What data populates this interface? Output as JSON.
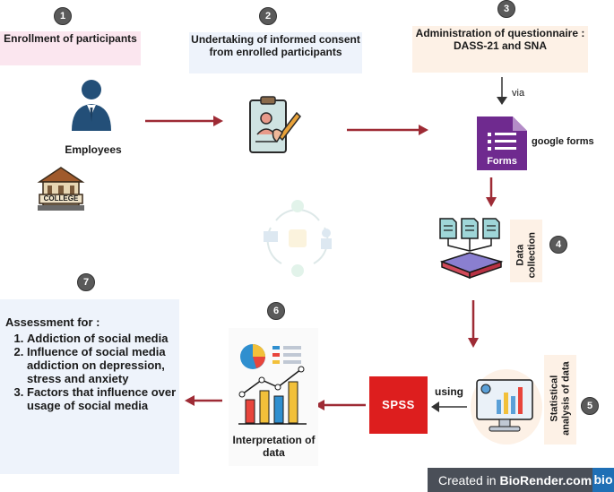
{
  "steps": [
    {
      "number": "1",
      "label": "Enrollment of participants"
    },
    {
      "number": "2",
      "label": "Undertaking of informed consent from enrolled participants"
    },
    {
      "number": "3",
      "label": "Administration of questionnaire : DASS-21 and SNA"
    },
    {
      "number": "4",
      "label": "Data collection"
    },
    {
      "number": "5",
      "label": "Statistical analysis of data"
    },
    {
      "number": "6",
      "label": "Interpretation of data"
    },
    {
      "number": "7",
      "label": "Assessment for :"
    }
  ],
  "employees_label": "Employees",
  "college_label": "COLLEGE",
  "via_label": "via",
  "forms_label": "Forms",
  "google_forms_label": "google forms",
  "using_label": "using",
  "spss_label": "SPSS",
  "assessment_items": [
    "Addiction of social media",
    "Influence of social media addiction on depression, stress and anxiety",
    "Factors that influence over usage of social media"
  ],
  "footer": {
    "prefix": "Created in ",
    "brand": "BioRender.com",
    "logo": "bio"
  },
  "colors": {
    "arrow": "#9e2b35",
    "forms_purple": "#6f2a8f",
    "spss_red": "#dd1e1e",
    "badge": "#5a5a5a"
  },
  "icons": [
    "employee-icon",
    "college-icon",
    "consent-form-icon",
    "google-forms-icon",
    "data-collection-icon",
    "spss-icon",
    "analysis-monitor-icon",
    "interpretation-chart-icon",
    "cycle-icon"
  ]
}
